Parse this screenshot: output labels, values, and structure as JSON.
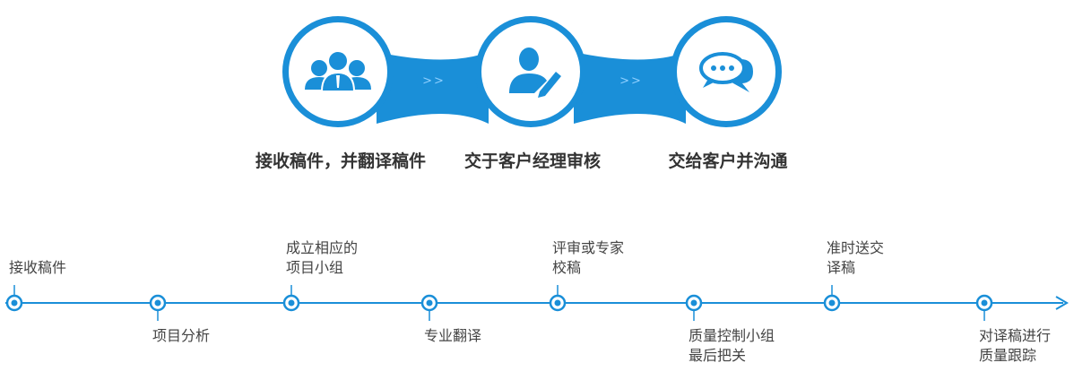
{
  "process": {
    "steps": [
      {
        "icon": "group-people-icon",
        "label": "接收稿件，并翻译稿件"
      },
      {
        "icon": "user-edit-icon",
        "label": "交于客户经理审核"
      },
      {
        "icon": "chat-bubble-icon",
        "label": "交给客户并沟通"
      }
    ],
    "connector_text": ">>",
    "accent_color": "#1a8fd8"
  },
  "timeline": {
    "line_color": "#1a8fd8",
    "milestones": [
      {
        "lines": [
          "接收稿件"
        ],
        "position": "above"
      },
      {
        "lines": [
          "项目分析"
        ],
        "position": "below"
      },
      {
        "lines": [
          "成立相应的",
          "项目小组"
        ],
        "position": "above"
      },
      {
        "lines": [
          "专业翻译"
        ],
        "position": "below"
      },
      {
        "lines": [
          "评审或专家",
          "校稿"
        ],
        "position": "above"
      },
      {
        "lines": [
          "质量控制小组",
          "最后把关"
        ],
        "position": "below"
      },
      {
        "lines": [
          "准时送交",
          "译稿"
        ],
        "position": "above"
      },
      {
        "lines": [
          "对译稿进行",
          "质量跟踪"
        ],
        "position": "below"
      }
    ]
  }
}
